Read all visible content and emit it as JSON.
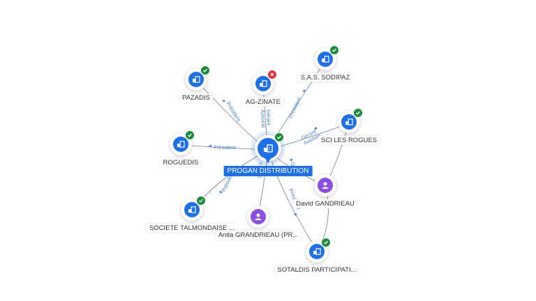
{
  "center": {
    "label": "PROGAN DISTRIBUTION"
  },
  "nodes": {
    "pazadis": {
      "label": "PAZADIS",
      "status": "active"
    },
    "agzinate": {
      "label": "AG-ZINATE",
      "status": "closed"
    },
    "sodipaz": {
      "label": "S.A.S. SODIPAZ",
      "status": "active"
    },
    "scilesrogues": {
      "label": "SCI LES ROGUES",
      "status": "active"
    },
    "roguedis": {
      "label": "ROGUEDIS",
      "status": "active"
    },
    "david": {
      "label": "David GANDRIEAU"
    },
    "talmondaise": {
      "label": "SOCIETE TALMONDAISE ...",
      "status": "active"
    },
    "anita": {
      "label": "Anita GRANDRIEAU (PR..."
    },
    "sotaldis": {
      "label": "SOTALDIS PARTICIPATI...",
      "status": "active"
    }
  },
  "edges": {
    "pazadis": "Président",
    "agzinate": "Gérant\nAssocié",
    "sodipaz": "Président",
    "scilesrogues": "Gérant\nAssocié",
    "roguedis": "Président",
    "talmondaise": "Président",
    "anita": "Gérant",
    "sotaldis": "Président",
    "david": "G..."
  },
  "colors": {
    "company": "#1f6fe5",
    "person": "#8a4fe0",
    "active": "#1e8a3c",
    "closed": "#e0303a",
    "edge": "#6b7f99"
  },
  "icons": {
    "company": "building-icon",
    "person": "person-icon",
    "active": "check-badge-icon",
    "closed": "cross-badge-icon"
  }
}
